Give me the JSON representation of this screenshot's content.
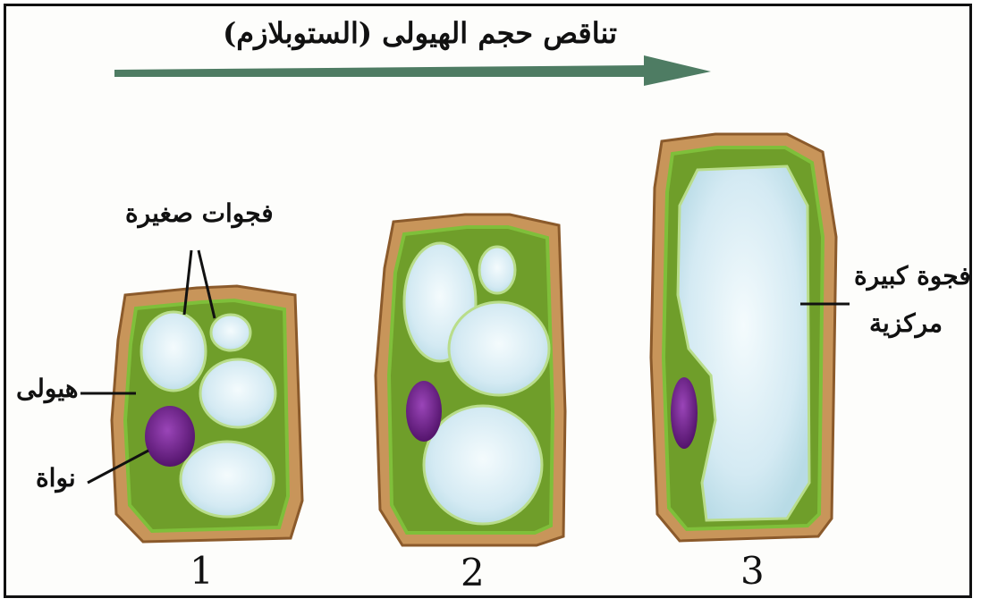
{
  "title": "تناقص حجم الهيولى (الستوبلازم)",
  "labels": {
    "small_vacuoles": "فجوات صغيرة",
    "cytoplasm": "هيولى",
    "nucleus": "نواة",
    "large_vacuole_line1": "فجوة كبيرة",
    "large_vacuole_line2": "مركزية"
  },
  "cells": [
    {
      "number": "1"
    },
    {
      "number": "2"
    },
    {
      "number": "3"
    }
  ],
  "colors": {
    "cell_wall": "#c8955a",
    "cytoplasm": "#6f9e2a",
    "vacuole": "#dbeef5",
    "nucleus": "#6a1f86",
    "arrow": "#4e7c63"
  }
}
